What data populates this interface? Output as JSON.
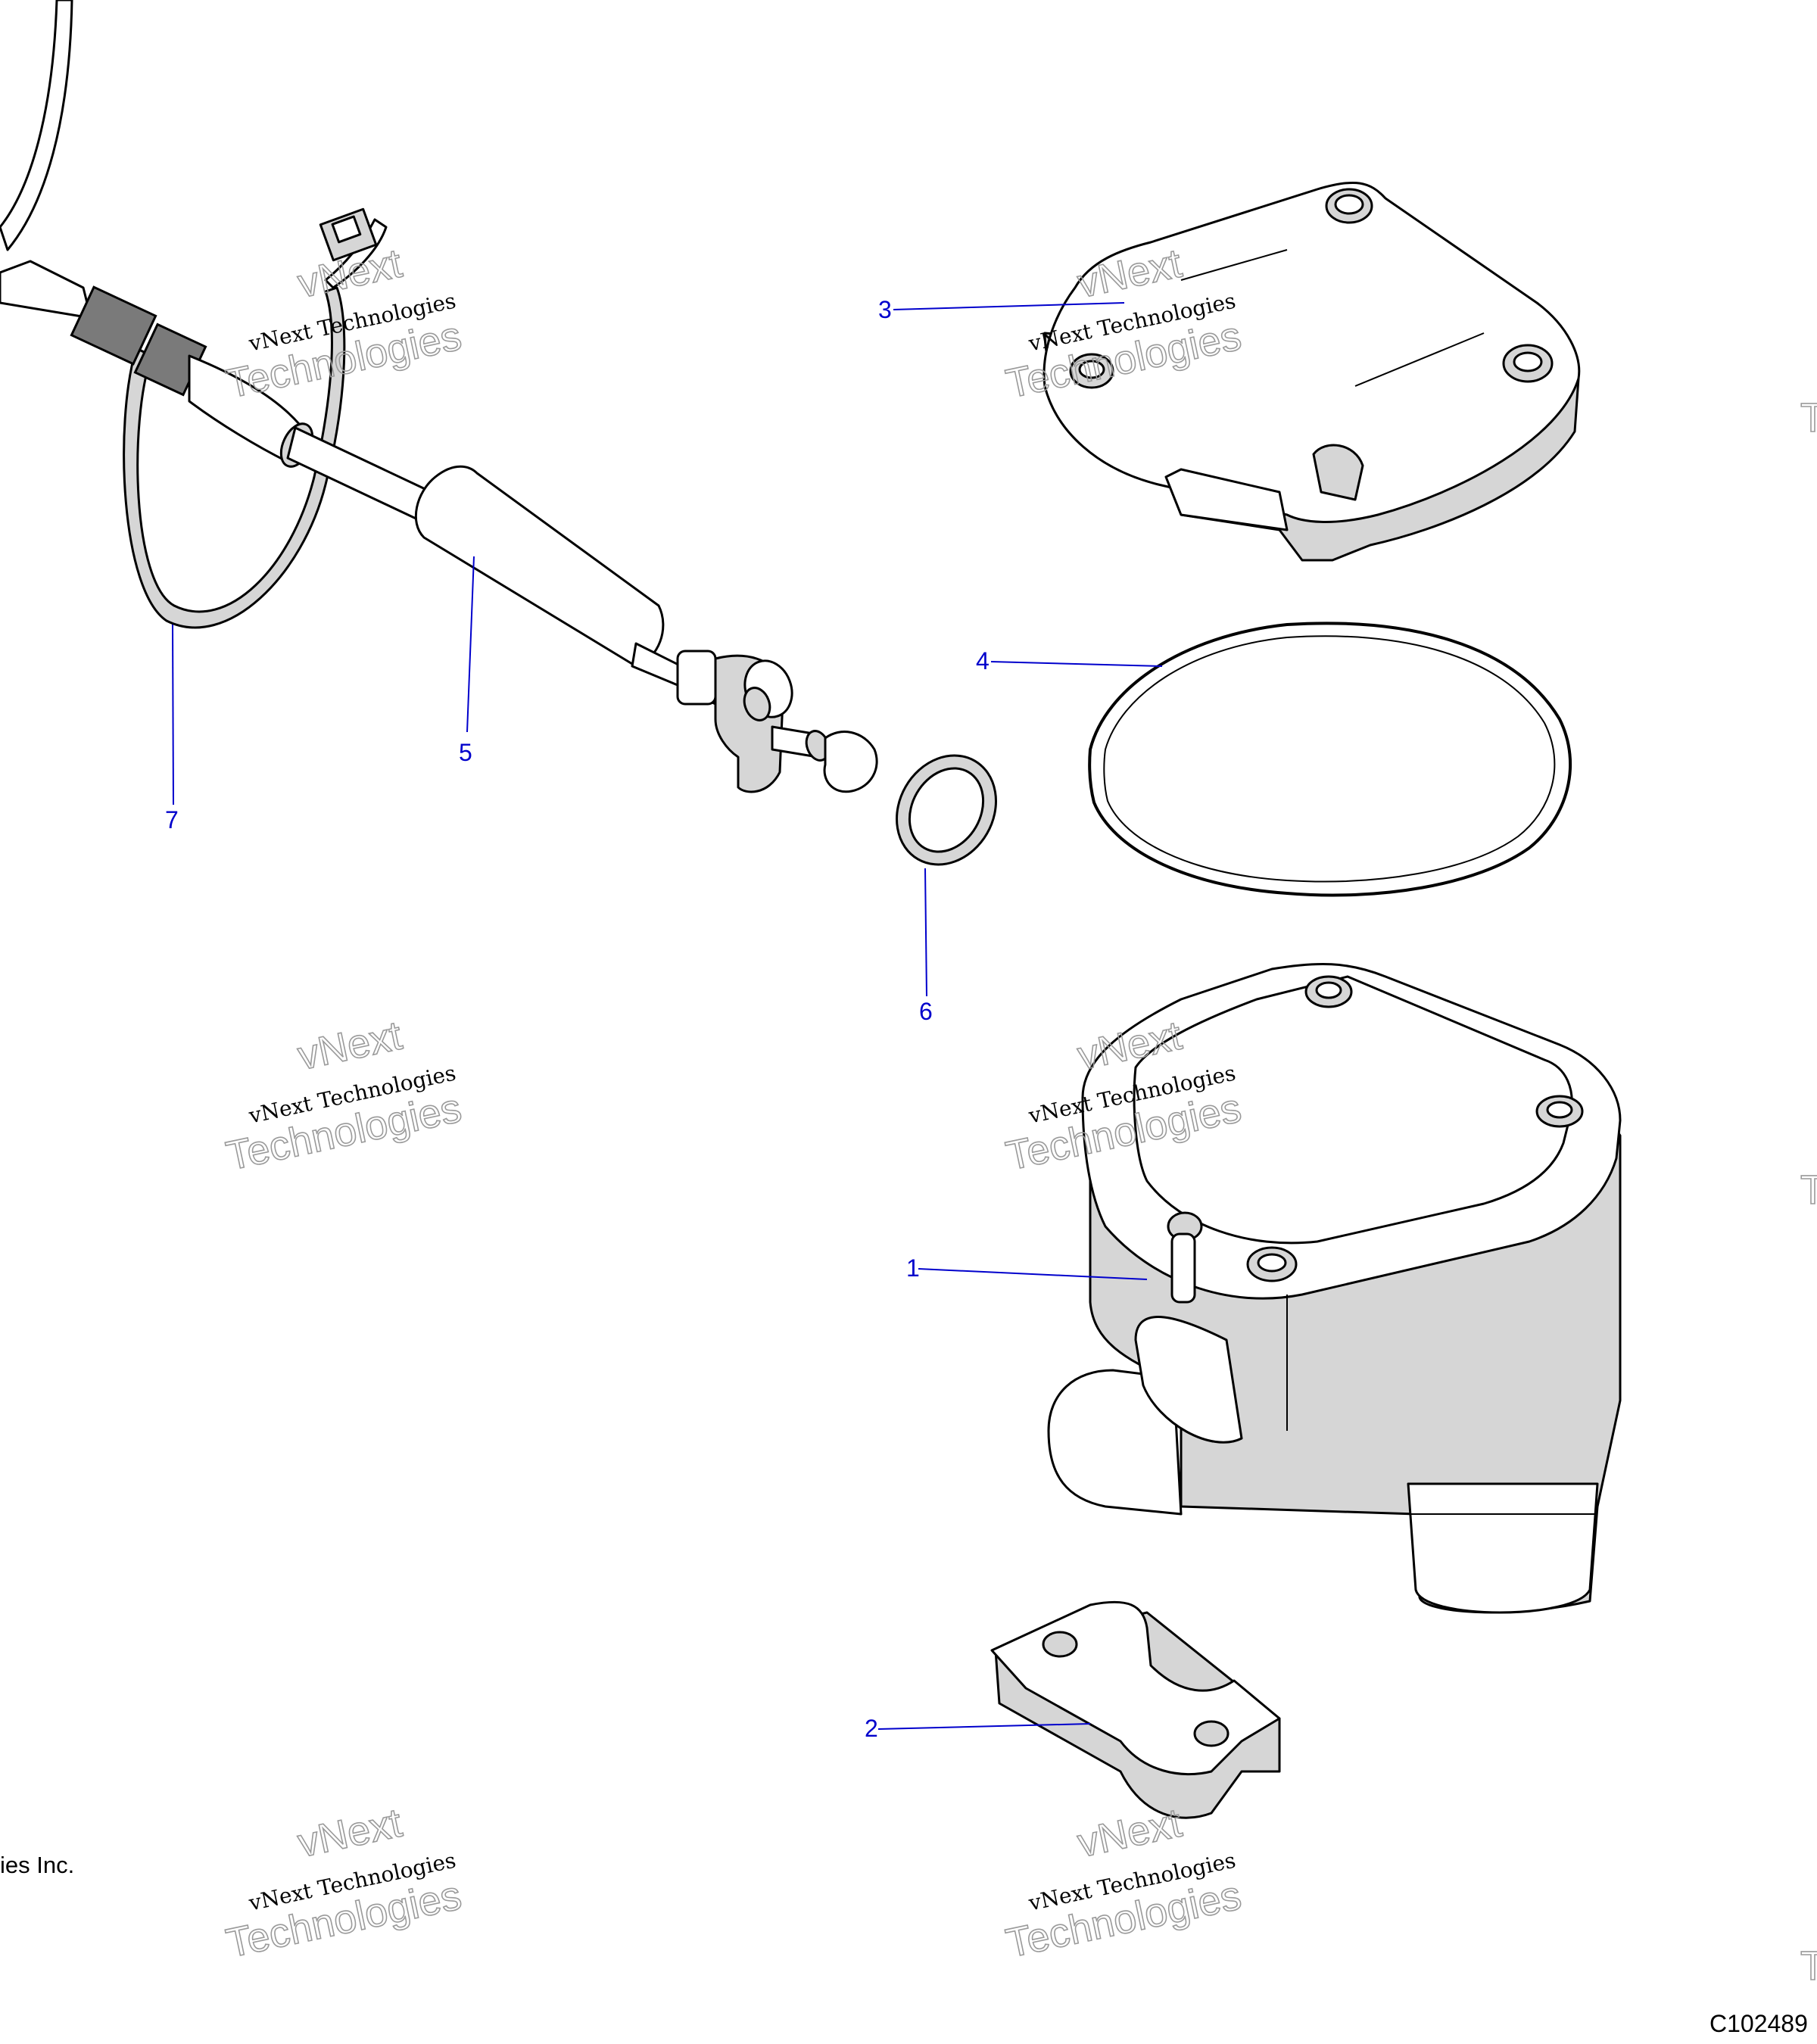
{
  "accent_color": "#0000cc",
  "callouts": [
    {
      "number": "1"
    },
    {
      "number": "2"
    },
    {
      "number": "3"
    },
    {
      "number": "4"
    },
    {
      "number": "5"
    },
    {
      "number": "6"
    },
    {
      "number": "7"
    }
  ],
  "watermark": {
    "line_top": "vNext",
    "line_main": "vNext Technologies",
    "line_bottom": "Technologies"
  },
  "footer": {
    "copyright_fragment": "ies Inc.",
    "diagram_code": "C102489"
  }
}
